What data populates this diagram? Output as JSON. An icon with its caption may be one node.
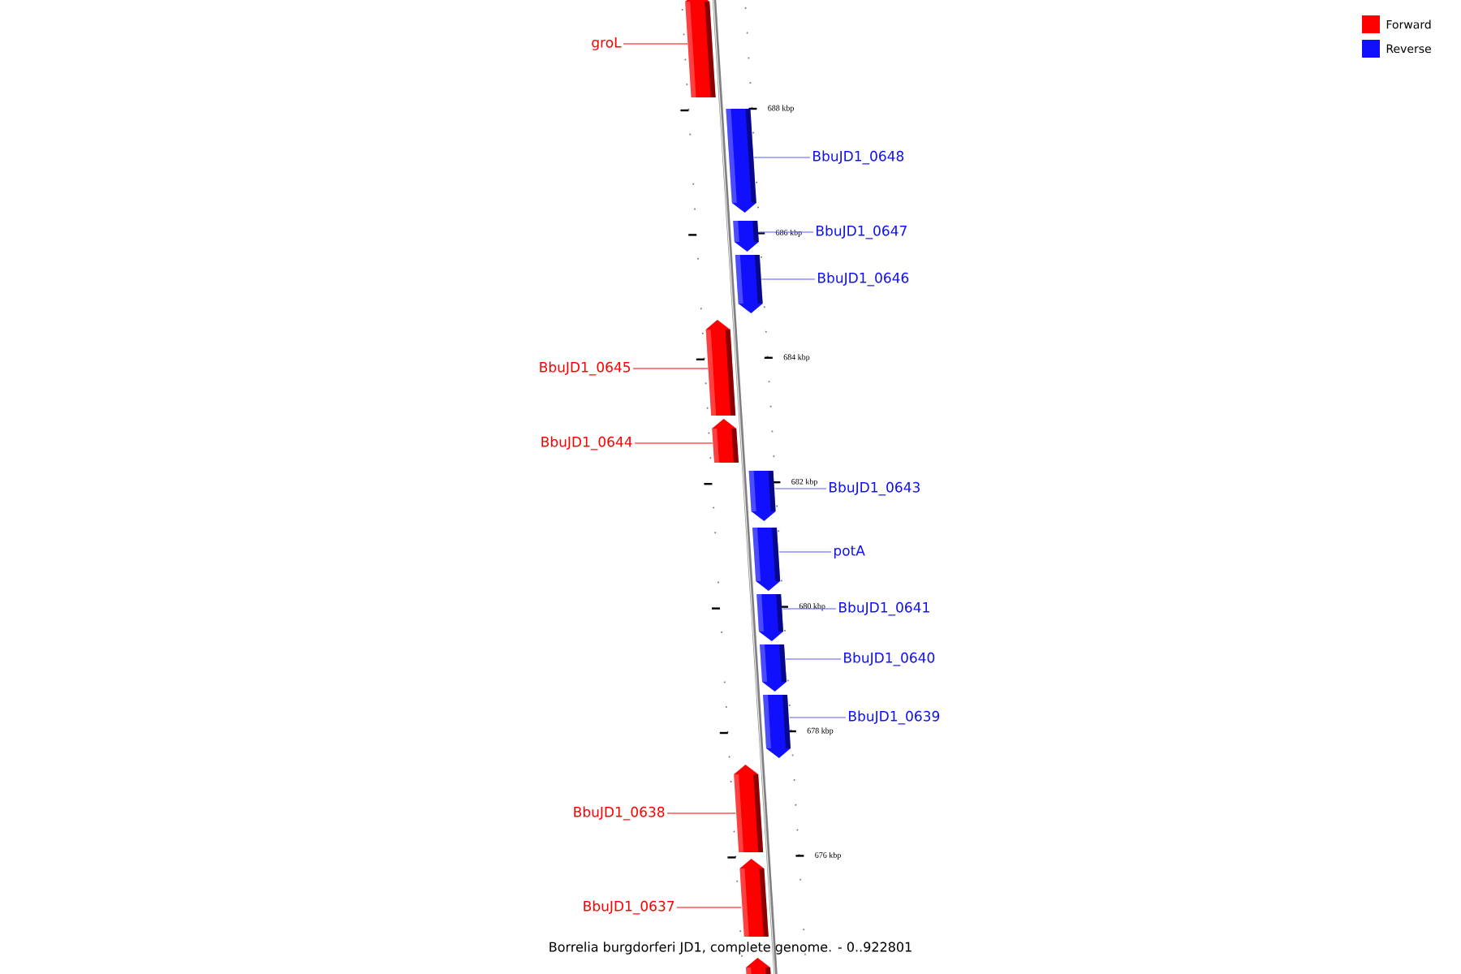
{
  "diagram": {
    "caption": "Borrelia burgdorferi JD1, complete genome. - 0..922801",
    "nodes": [
      {
        "text": [],
        "shape": "bar"
      },
      {
        "text": [],
        "shape": "bar"
      },
      {
        "text": [],
        "shape": "bar"
      },
      {
        "text": [],
        "shape": "bar"
      },
      {
        "text": [],
        "shape": "bar"
      },
      {
        "text": [],
        "shape": "bar"
      },
      {
        "text": [],
        "shape": "bar"
      },
      {
        "text": [],
        "shape": "bar"
      },
      {
        "text": [],
        "shape": "bar"
      },
      {
        "text": [],
        "shape": "bar"
      },
      {
        "text": [],
        "shape": "bar"
      },
      {
        "text": [],
        "shape": "bar"
      },
      {
        "text": [],
        "shape": "bar"
      },
      {
        "text": [],
        "shape": "bar"
      },
      {
        "text": [
          "groL"
        ]
      },
      {
        "text": [
          "BbuJD1_0648"
        ]
      },
      {
        "text": [
          "BbuJD1_0647"
        ]
      },
      {
        "text": [
          "BbuJD1_0646"
        ]
      },
      {
        "text": [
          "BbuJD1_0645"
        ]
      },
      {
        "text": [
          "BbuJD1_0644"
        ]
      },
      {
        "text": [
          "BbuJD1_0643"
        ]
      },
      {
        "text": [
          "potA"
        ]
      },
      {
        "text": [
          "BbuJD1_0641"
        ]
      },
      {
        "text": [
          "BbuJD1_0640"
        ]
      },
      {
        "text": [
          "BbuJD1_0639"
        ]
      },
      {
        "text": [
          "BbuJD1_0638"
        ]
      },
      {
        "text": [
          "BbuJD1_0637"
        ]
      }
    ],
    "edges": [
      {
        "from": 14,
        "to": 0,
        "arrow": "none",
        "color": "#ff0000"
      },
      {
        "from": 15,
        "to": 1,
        "arrow": "none"
      },
      {
        "from": 16,
        "to": 2,
        "arrow": "none"
      },
      {
        "from": 17,
        "to": 3,
        "arrow": "none"
      },
      {
        "from": 18,
        "to": 4,
        "arrow": "none",
        "color": "#ff0000"
      },
      {
        "from": 19,
        "to": 5,
        "arrow": "none",
        "color": "#ff0000"
      },
      {
        "from": 20,
        "to": 6,
        "arrow": "none"
      },
      {
        "from": 21,
        "to": 7,
        "arrow": "none"
      },
      {
        "from": 22,
        "to": 8,
        "arrow": "none"
      },
      {
        "from": 23,
        "to": 9,
        "arrow": "none"
      },
      {
        "from": 24,
        "to": 10,
        "arrow": "none"
      },
      {
        "from": 25,
        "to": 11,
        "arrow": "none",
        "color": "#ff0000"
      },
      {
        "from": 26,
        "to": 12,
        "arrow": "none",
        "color": "#ff0000"
      }
    ],
    "labels": [
      "688 kbp",
      "686 kbp",
      "684 kbp",
      "682 kbp",
      "680 kbp",
      "678 kbp",
      "676 kbp"
    ],
    "legend": [
      {
        "text": "Forward",
        "color": "#ff0000"
      },
      {
        "text": "Reverse",
        "color": "#1010ff"
      }
    ]
  }
}
